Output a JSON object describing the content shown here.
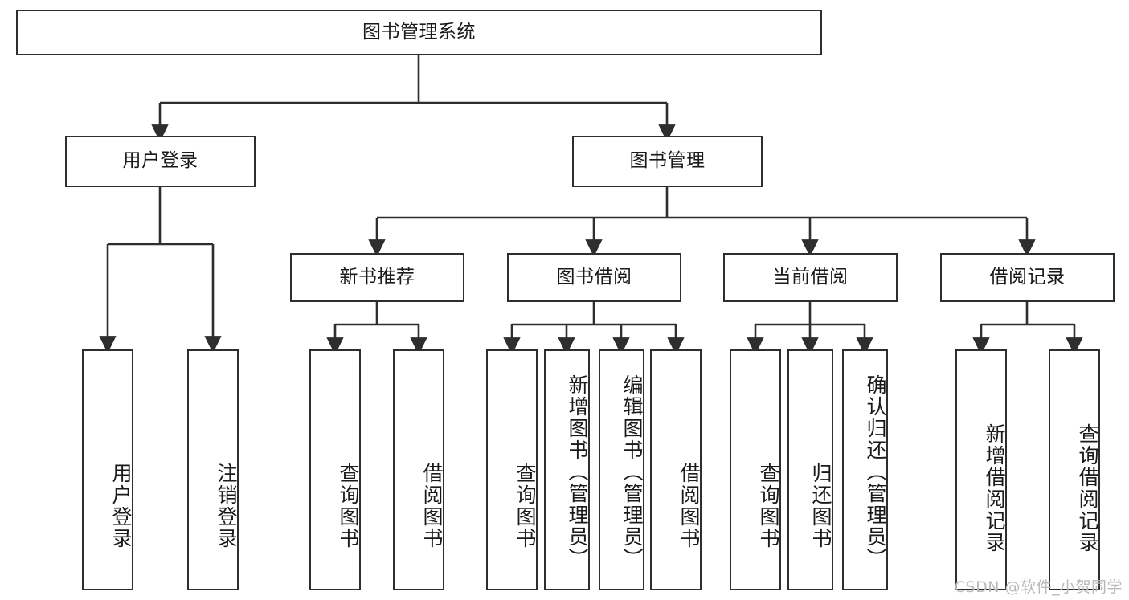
{
  "diagram": {
    "type": "tree",
    "title": "图书管理系统",
    "root": {
      "id": "root",
      "label": "图书管理系统"
    },
    "level1": [
      {
        "id": "user-login",
        "label": "用户登录"
      },
      {
        "id": "book-manage",
        "label": "图书管理"
      }
    ],
    "level2": [
      {
        "id": "new-book-recommend",
        "label": "新书推荐",
        "parent": "book-manage"
      },
      {
        "id": "book-borrow",
        "label": "图书借阅",
        "parent": "book-manage"
      },
      {
        "id": "current-borrow",
        "label": "当前借阅",
        "parent": "book-manage"
      },
      {
        "id": "borrow-record",
        "label": "借阅记录",
        "parent": "book-manage"
      }
    ],
    "leaves": [
      {
        "id": "leaf-user-login",
        "label": "用户登录",
        "parent": "user-login"
      },
      {
        "id": "leaf-logout",
        "label": "注销登录",
        "parent": "user-login"
      },
      {
        "id": "leaf-query-book-1",
        "label": "查询图书",
        "parent": "new-book-recommend"
      },
      {
        "id": "leaf-borrow-book-1",
        "label": "借阅图书",
        "parent": "new-book-recommend"
      },
      {
        "id": "leaf-query-book-2",
        "label": "查询图书",
        "parent": "book-borrow"
      },
      {
        "id": "leaf-add-book",
        "label": "新增图书（管理员）",
        "parent": "book-borrow"
      },
      {
        "id": "leaf-edit-book",
        "label": "编辑图书（管理员）",
        "parent": "book-borrow"
      },
      {
        "id": "leaf-borrow-book-2",
        "label": "借阅图书",
        "parent": "book-borrow"
      },
      {
        "id": "leaf-query-book-3",
        "label": "查询图书",
        "parent": "current-borrow"
      },
      {
        "id": "leaf-return-book",
        "label": "归还图书",
        "parent": "current-borrow"
      },
      {
        "id": "leaf-confirm-return",
        "label": "确认归还（管理员）",
        "parent": "current-borrow"
      },
      {
        "id": "leaf-add-record",
        "label": "新增借阅记录",
        "parent": "borrow-record"
      },
      {
        "id": "leaf-query-record",
        "label": "查询借阅记录",
        "parent": "borrow-record"
      }
    ]
  },
  "watermark": {
    "text": "CSDN @软件_小贺同学"
  },
  "colors": {
    "stroke": "#2e2e2e",
    "background": "#ffffff",
    "text": "#1a1a1a",
    "watermark": "#b9b9b9"
  }
}
